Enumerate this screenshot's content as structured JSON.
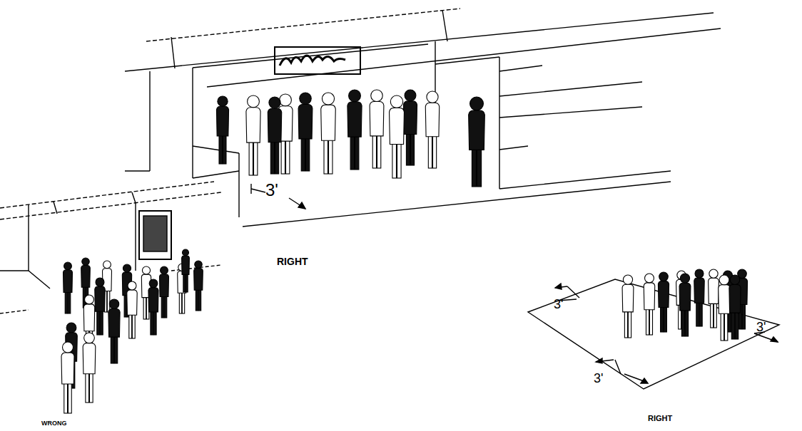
{
  "diagram": {
    "labels": [
      "3'",
      "RIGHT",
      "WRONG",
      "3'",
      "3'",
      "3'",
      "RIGHT"
    ]
  }
}
